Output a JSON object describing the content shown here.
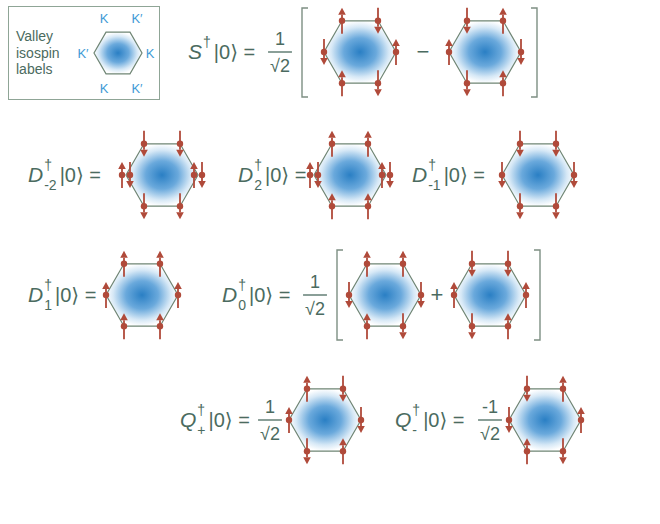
{
  "diagram": {
    "nodes": [
      {
        "text": [
          "Valley isospin labels",
          "K",
          "K′",
          "K′",
          "K",
          "K",
          "K′"
        ]
      }
    ],
    "labels": [
      "S",
      "†",
      "|0⟩ =",
      "1",
      "√2",
      "−",
      "D",
      "†",
      "-2",
      "|0⟩ =",
      "D",
      "†",
      "2",
      "|0⟩ =",
      "D",
      "†",
      "-1",
      "|0⟩ =",
      "D",
      "†",
      "1",
      "|0⟩ =",
      "D",
      "†",
      "0",
      "|0⟩ =",
      "1",
      "√2",
      "+",
      "Q",
      "†",
      "+",
      "|0⟩ =",
      "1",
      "√2",
      "Q",
      "†",
      "-",
      "|0⟩ =",
      "-1",
      "√2"
    ]
  }
}
